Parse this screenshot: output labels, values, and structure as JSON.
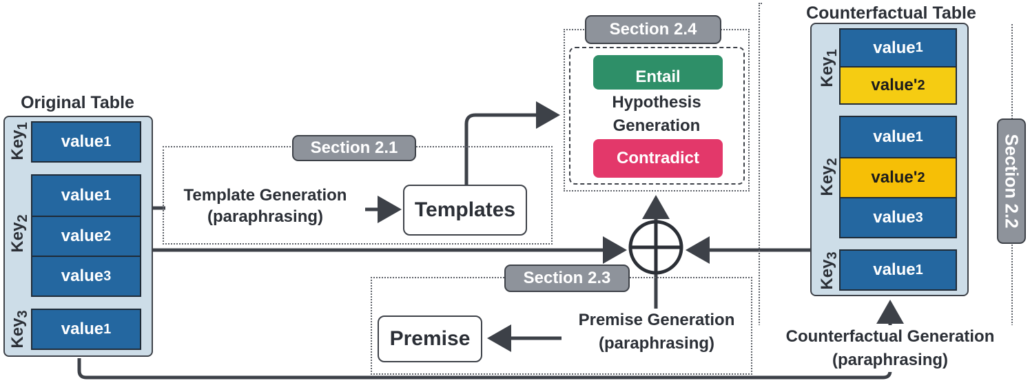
{
  "original_table": {
    "title": "Original Table",
    "keys": [
      {
        "key": "Key",
        "sub": "1",
        "values": [
          {
            "v": "value",
            "sub": "1"
          }
        ]
      },
      {
        "key": "Key",
        "sub": "2",
        "values": [
          {
            "v": "value",
            "sub": "1"
          },
          {
            "v": "value",
            "sub": "2"
          },
          {
            "v": "value",
            "sub": "3"
          }
        ]
      },
      {
        "key": "Key",
        "sub": "3",
        "values": [
          {
            "v": "value",
            "sub": "1"
          }
        ]
      }
    ]
  },
  "counterfactual_table": {
    "title": "Counterfactual Table",
    "keys": [
      {
        "key": "Key",
        "sub": "1",
        "values": [
          {
            "v": "value",
            "sub": "1"
          },
          {
            "v": "value'",
            "sub": "2"
          }
        ]
      },
      {
        "key": "Key",
        "sub": "2",
        "values": [
          {
            "v": "value",
            "sub": "1"
          },
          {
            "v": "value'",
            "sub": "2"
          },
          {
            "v": "value",
            "sub": "3"
          }
        ]
      },
      {
        "key": "Key",
        "sub": "3",
        "values": [
          {
            "v": "value",
            "sub": "1"
          }
        ]
      }
    ]
  },
  "sections": {
    "s21": "Section 2.1",
    "s22": "Section 2.2",
    "s23": "Section 2.3",
    "s24": "Section 2.4"
  },
  "template_generation": {
    "line1": "Template Generation",
    "line2": "(paraphrasing)"
  },
  "templates_box": "Templates",
  "hypothesis": {
    "entail": "Entail",
    "line1": "Hypothesis",
    "line2": "Generation",
    "contradict": "Contradict"
  },
  "premise_generation": {
    "line1": "Premise Generation",
    "line2": "(paraphrasing)"
  },
  "premise_box": "Premise",
  "counterfactual_generation": {
    "line1": "Counterfactual Generation",
    "line2": "(paraphrasing)"
  },
  "colors": {
    "cell_blue": "#2467a0",
    "cell_yellow": "#f6bf06",
    "panel_bg": "#cddde8",
    "entail_green": "#2e8f68",
    "contradict_pink": "#e3386a",
    "badge_gray": "#8e939b",
    "line_dark": "#3d4148"
  }
}
